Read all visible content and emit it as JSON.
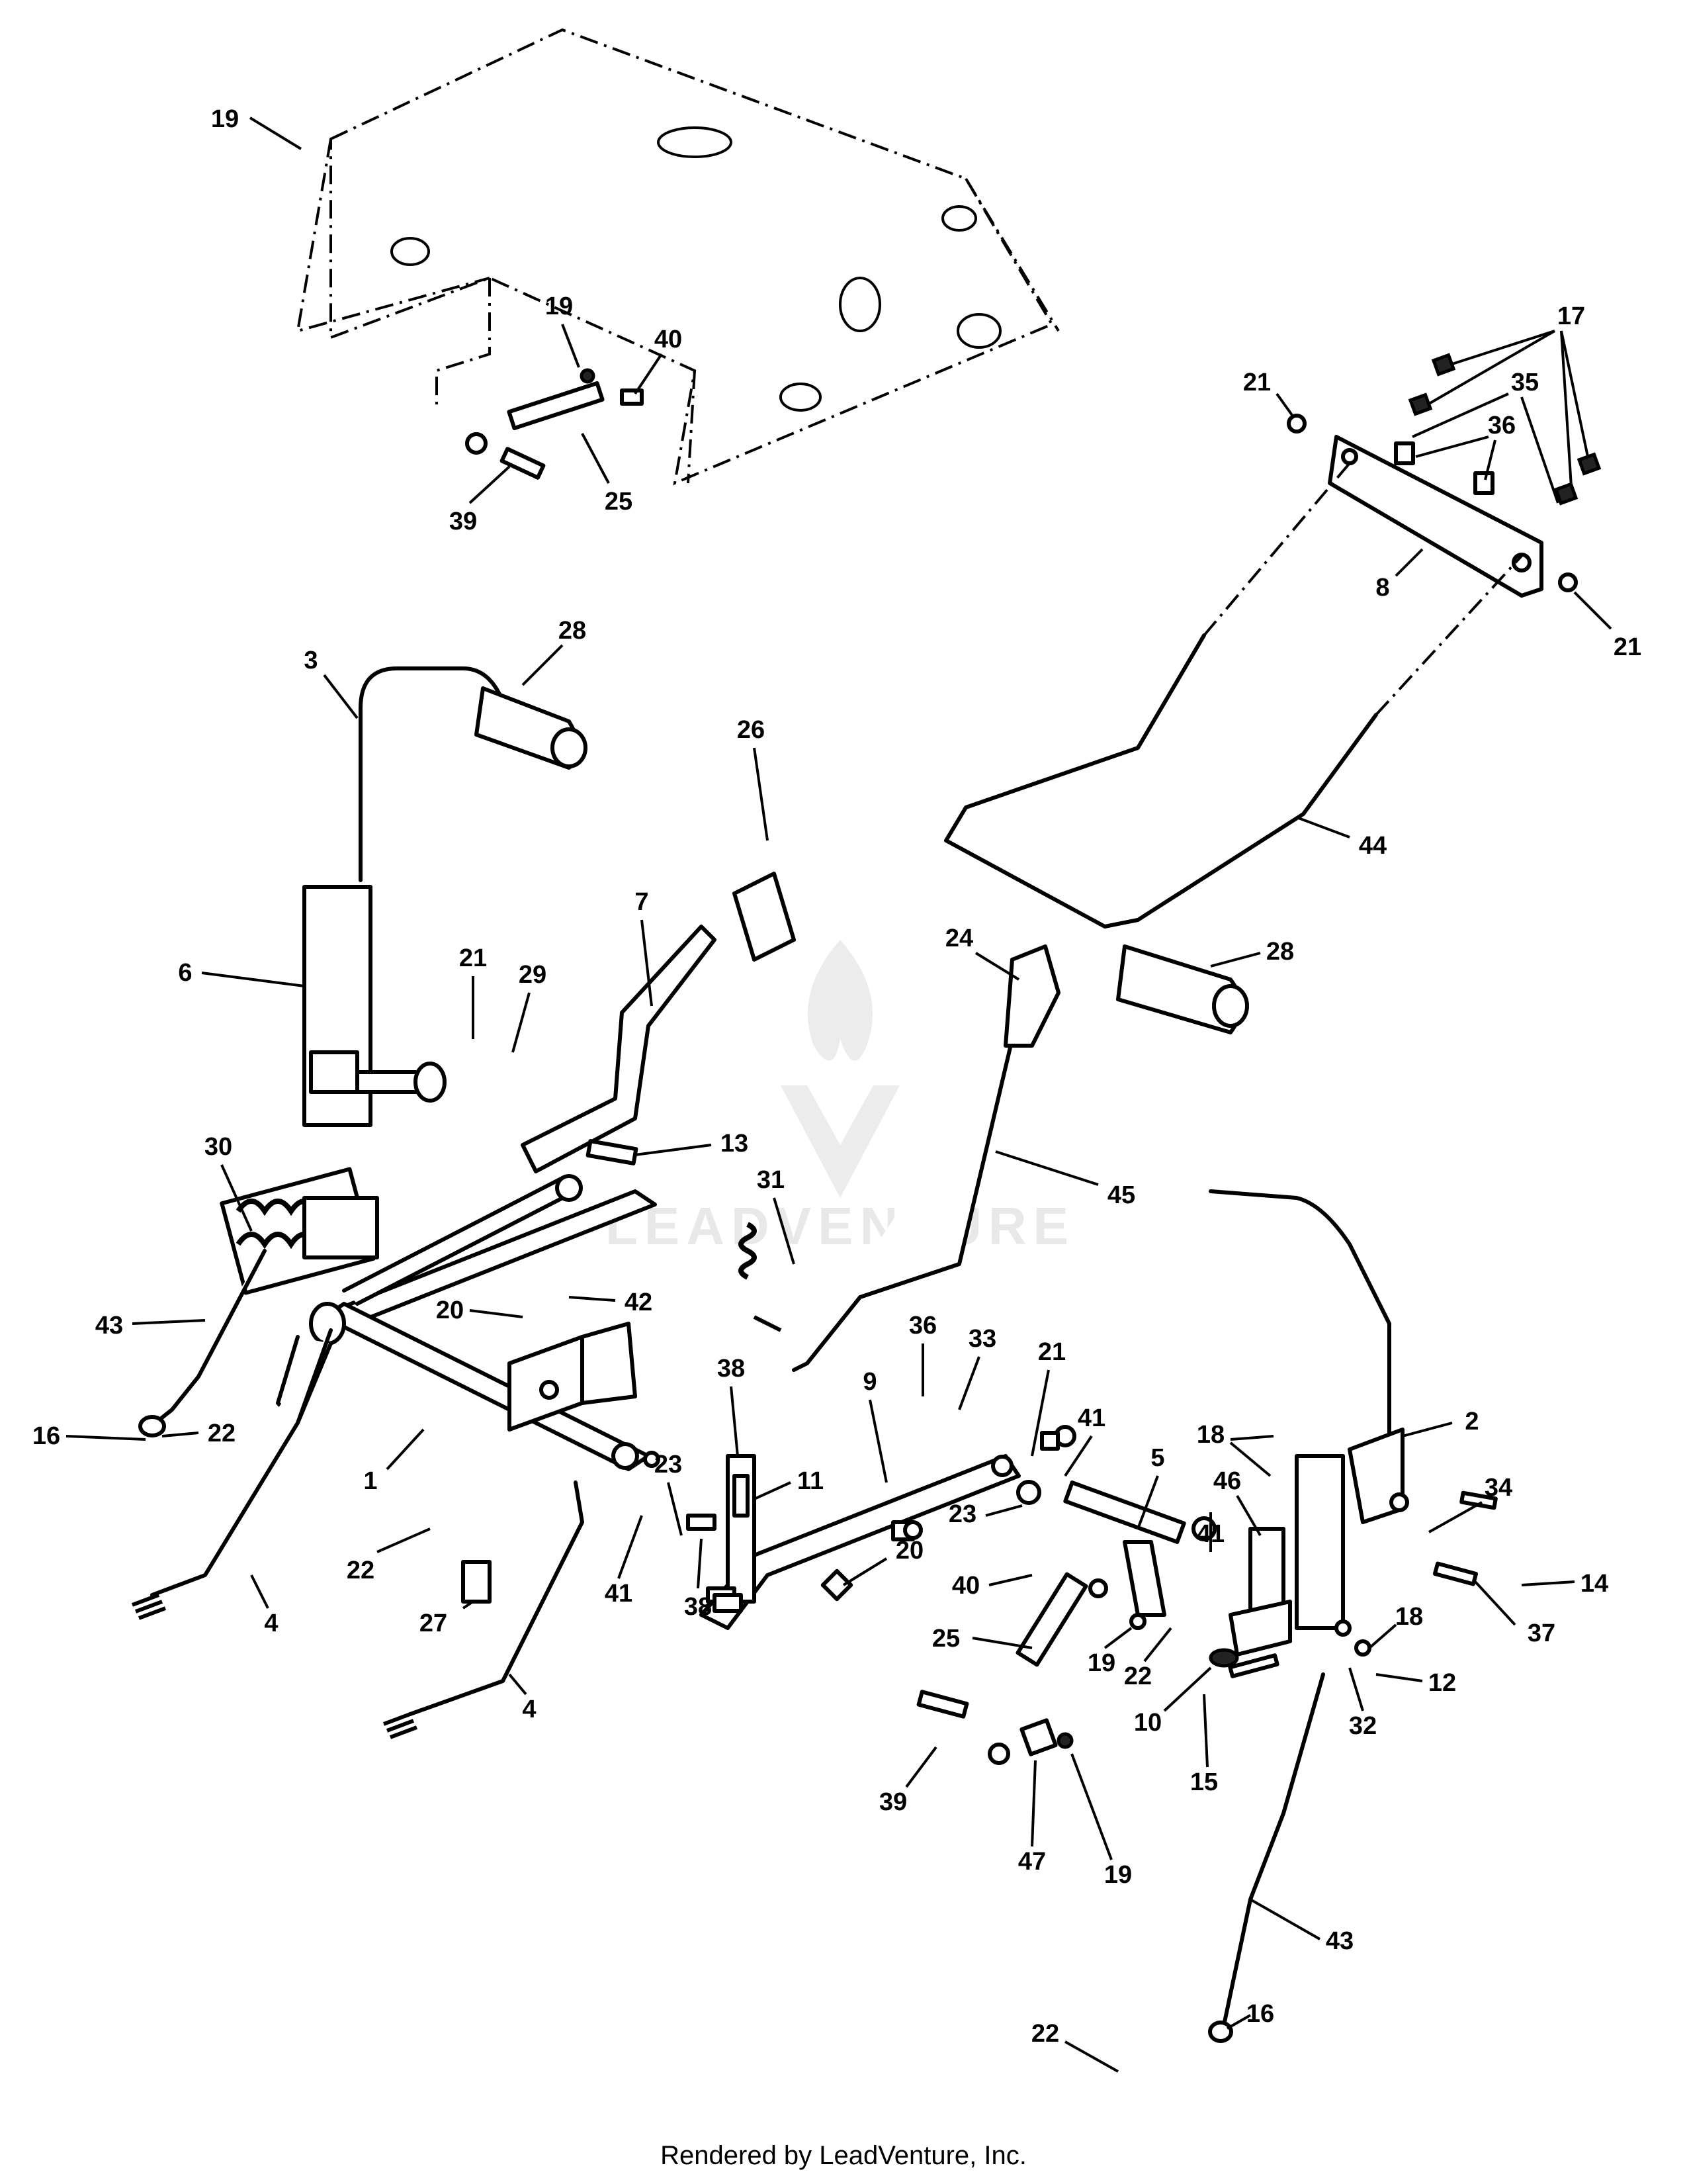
{
  "watermark": "LEADVENTURE",
  "footer": "Rendered by LeadVenture, Inc.",
  "callouts": [
    {
      "label": "19"
    },
    {
      "label": "19"
    },
    {
      "label": "40"
    },
    {
      "label": "25"
    },
    {
      "label": "39"
    },
    {
      "label": "17"
    },
    {
      "label": "21"
    },
    {
      "label": "35"
    },
    {
      "label": "36"
    },
    {
      "label": "8"
    },
    {
      "label": "21"
    },
    {
      "label": "3"
    },
    {
      "label": "28"
    },
    {
      "label": "26"
    },
    {
      "label": "44"
    },
    {
      "label": "7"
    },
    {
      "label": "6"
    },
    {
      "label": "21"
    },
    {
      "label": "29"
    },
    {
      "label": "24"
    },
    {
      "label": "28"
    },
    {
      "label": "13"
    },
    {
      "label": "30"
    },
    {
      "label": "31"
    },
    {
      "label": "45"
    },
    {
      "label": "43"
    },
    {
      "label": "20"
    },
    {
      "label": "42"
    },
    {
      "label": "36"
    },
    {
      "label": "33"
    },
    {
      "label": "21"
    },
    {
      "label": "38"
    },
    {
      "label": "9"
    },
    {
      "label": "16"
    },
    {
      "label": "22"
    },
    {
      "label": "1"
    },
    {
      "label": "23"
    },
    {
      "label": "11"
    },
    {
      "label": "41"
    },
    {
      "label": "5"
    },
    {
      "label": "18"
    },
    {
      "label": "2"
    },
    {
      "label": "23"
    },
    {
      "label": "46"
    },
    {
      "label": "34"
    },
    {
      "label": "22"
    },
    {
      "label": "41"
    },
    {
      "label": "38"
    },
    {
      "label": "20"
    },
    {
      "label": "41"
    },
    {
      "label": "14"
    },
    {
      "label": "40"
    },
    {
      "label": "4"
    },
    {
      "label": "27"
    },
    {
      "label": "19"
    },
    {
      "label": "25"
    },
    {
      "label": "18"
    },
    {
      "label": "37"
    },
    {
      "label": "22"
    },
    {
      "label": "12"
    },
    {
      "label": "10"
    },
    {
      "label": "32"
    },
    {
      "label": "4"
    },
    {
      "label": "15"
    },
    {
      "label": "39"
    },
    {
      "label": "47"
    },
    {
      "label": "19"
    },
    {
      "label": "43"
    },
    {
      "label": "22"
    },
    {
      "label": "16"
    }
  ]
}
